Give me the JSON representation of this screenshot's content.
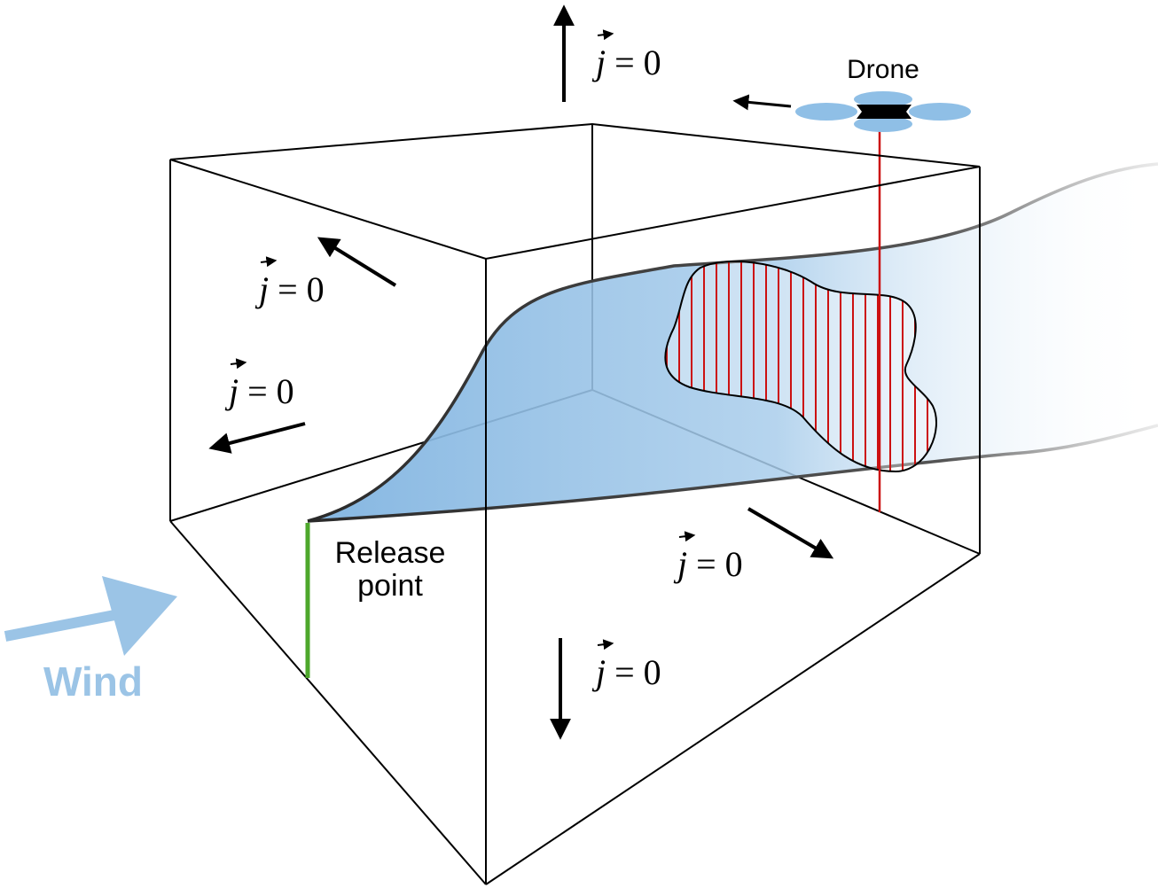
{
  "labels": {
    "drone": "Drone",
    "release_point_line1": "Release",
    "release_point_line2": "point",
    "wind": "Wind",
    "flux_symbol": "j",
    "flux_equation_rest": " = 0"
  },
  "colors": {
    "edges": "#000000",
    "plume": "#6aa6d8",
    "plume_outline": "#333333",
    "drone_rotor": "#8fbfe6",
    "drone_body": "#000000",
    "measurement_line": "#cc1111",
    "release_stem": "#4ea82c",
    "wind": "#9bc4e6"
  },
  "flux_annotations": [
    {
      "id": "top",
      "description_face": "top"
    },
    {
      "id": "back-left",
      "description_face": "back-left"
    },
    {
      "id": "left",
      "description_face": "left"
    },
    {
      "id": "right-bottom",
      "description_face": "front-right"
    },
    {
      "id": "bottom",
      "description_face": "bottom"
    }
  ]
}
